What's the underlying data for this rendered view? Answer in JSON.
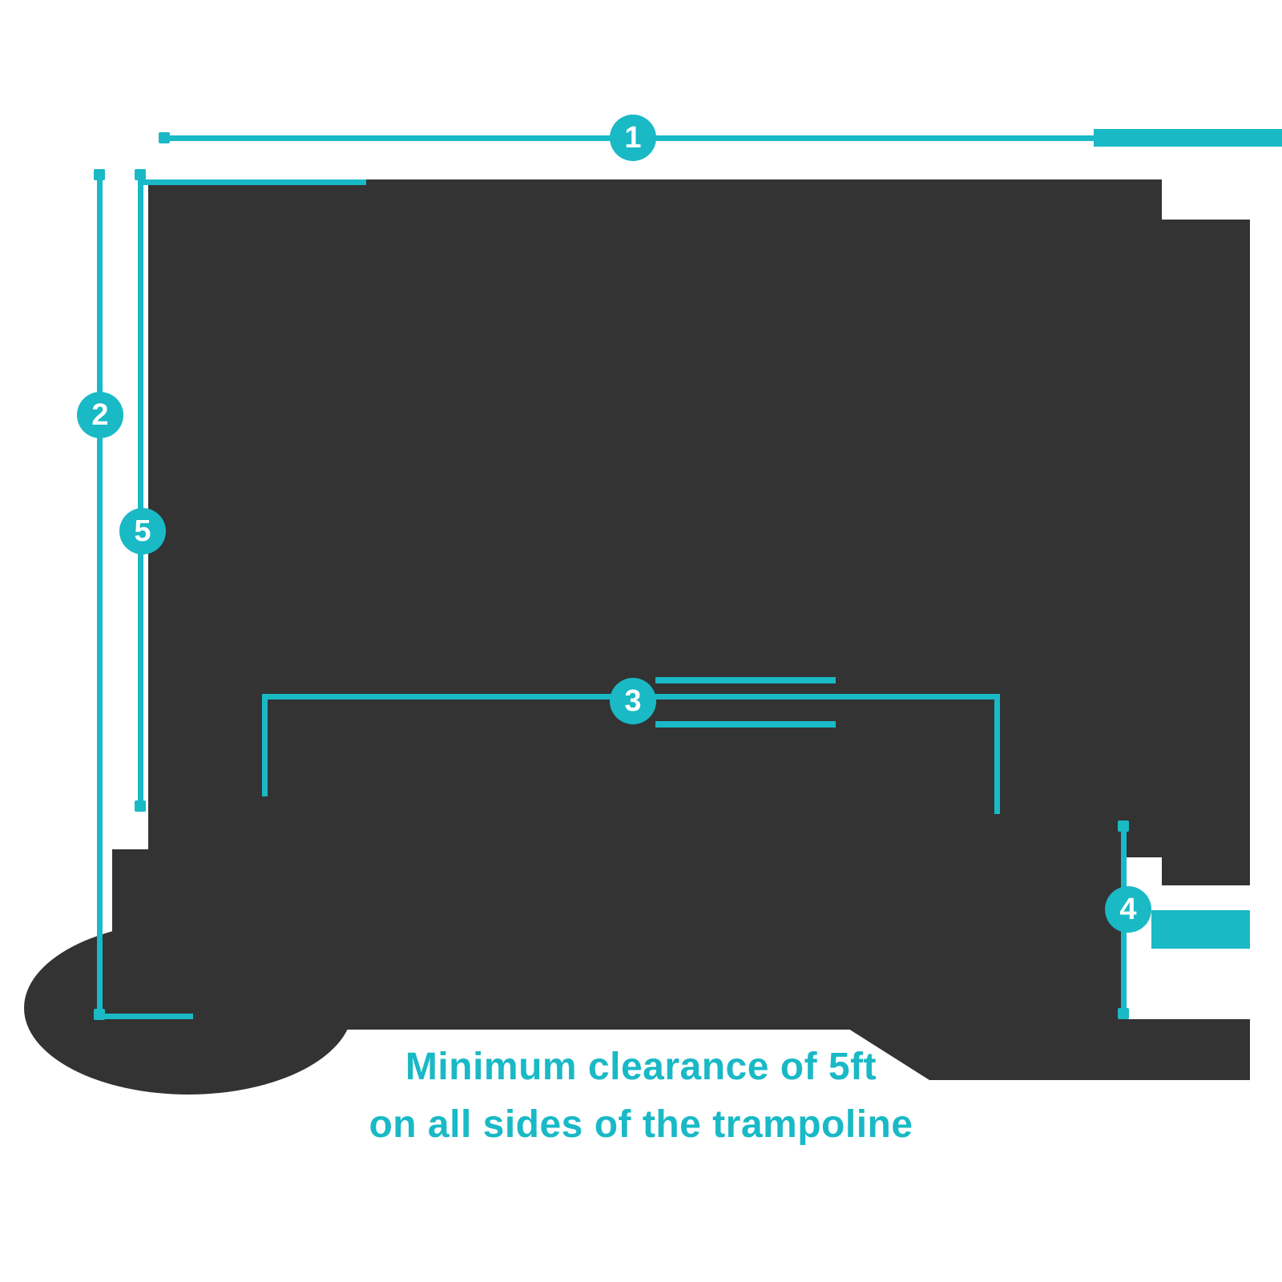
{
  "diagram": {
    "caption": {
      "line1": "Minimum clearance of 5ft",
      "line2": "on all sides of the trampoline"
    },
    "callouts": [
      {
        "label": "1",
        "meaning": "top-width-dimension"
      },
      {
        "label": "2",
        "meaning": "left-outer-height-dimension"
      },
      {
        "label": "3",
        "meaning": "middle-width-dimension"
      },
      {
        "label": "4",
        "meaning": "right-lower-height-dimension"
      },
      {
        "label": "5",
        "meaning": "left-inner-height-dimension"
      }
    ],
    "colors": {
      "accent": "#19b9c6",
      "silhouette": "#333333",
      "background": "#ffffff"
    }
  }
}
